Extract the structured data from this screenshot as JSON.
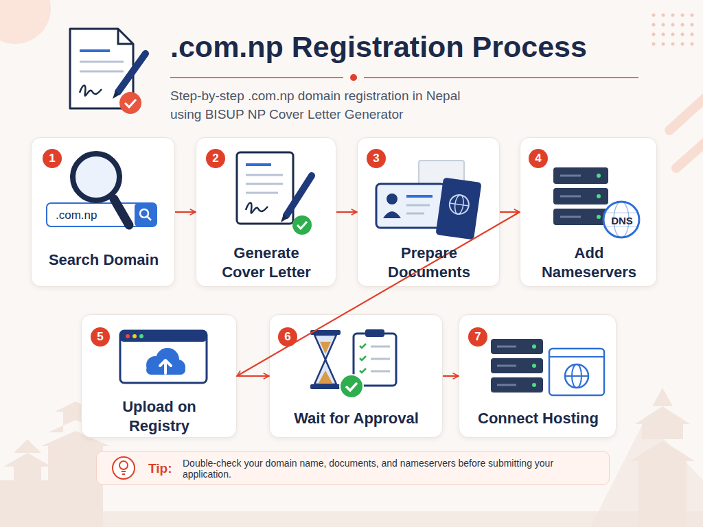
{
  "diagram": {
    "title": ".com.np Registration Process",
    "caption": "Step-by-step .com.np domain registration in Nepal using BISUP NP Cover Letter Generator",
    "nodes": [
      {
        "text": [
          "1",
          ".com.np",
          "Search Domain"
        ]
      },
      {
        "text": [
          "2",
          "Generate Cover Letter"
        ]
      },
      {
        "text": [
          "3",
          "Prepare Documents"
        ]
      },
      {
        "text": [
          "4",
          "DNS",
          "Add Nameservers"
        ]
      },
      {
        "text": [
          "5",
          "Upload on Registry"
        ]
      },
      {
        "text": [
          "6",
          "Wait for Approval"
        ]
      },
      {
        "text": [
          "7",
          "Connect Hosting"
        ]
      },
      {
        "text": [
          "Tip:",
          "Double-check your domain name, documents, and nameservers before submitting your application."
        ]
      }
    ],
    "edges": [
      {
        "from": 0,
        "to": 1,
        "arrow": "to"
      },
      {
        "from": 1,
        "to": 2,
        "arrow": "to"
      },
      {
        "from": 2,
        "to": 3,
        "arrow": "to"
      },
      {
        "from": 3,
        "to": 4,
        "arrow": "to"
      },
      {
        "from": 4,
        "to": 5,
        "arrow": "to"
      },
      {
        "from": 5,
        "to": 6,
        "arrow": "to"
      }
    ]
  }
}
